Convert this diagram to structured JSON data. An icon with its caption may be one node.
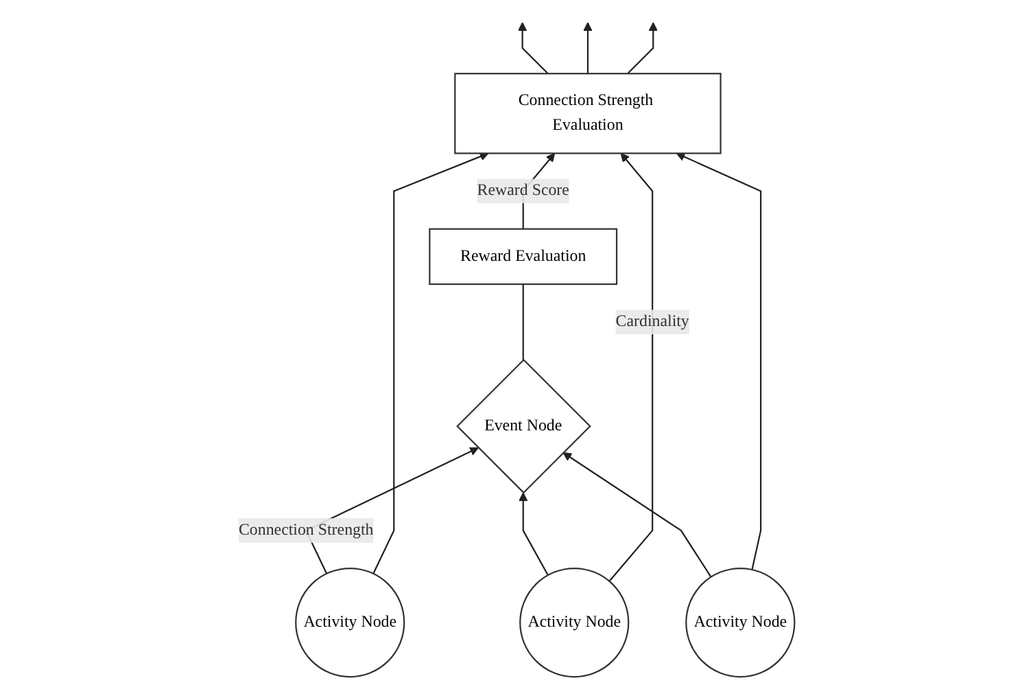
{
  "diagram": {
    "nodes": [
      {
        "text": [
          "Reward Evaluation"
        ]
      },
      {
        "text": [
          "Event Node"
        ]
      },
      {
        "text": [
          "Connection Strength Evaluation"
        ]
      },
      {
        "text": [
          "Activity Node"
        ]
      },
      {
        "text": [
          "Activity Node"
        ]
      },
      {
        "text": [
          "Activity Node"
        ]
      }
    ],
    "edges": [
      {
        "from": 1,
        "to": 0,
        "arrow": "none"
      },
      {
        "from": 0,
        "to": 2,
        "label": "Reward Score",
        "arrow": "to"
      },
      {
        "from": 3,
        "to": 1,
        "label": "Connection Strength",
        "arrow": "to"
      },
      {
        "from": 4,
        "to": 1,
        "arrow": "to"
      },
      {
        "from": 5,
        "to": 1,
        "arrow": "to"
      },
      {
        "from": 2,
        "to": null,
        "arrow": "to"
      },
      {
        "from": 2,
        "to": null,
        "arrow": "to"
      },
      {
        "from": 2,
        "to": null,
        "arrow": "to"
      },
      {
        "from": 5,
        "to": 2,
        "arrow": "to"
      },
      {
        "from": 4,
        "to": 2,
        "label": "Cardinality",
        "arrow": "to"
      },
      {
        "from": 3,
        "to": 2,
        "arrow": "to"
      }
    ]
  }
}
